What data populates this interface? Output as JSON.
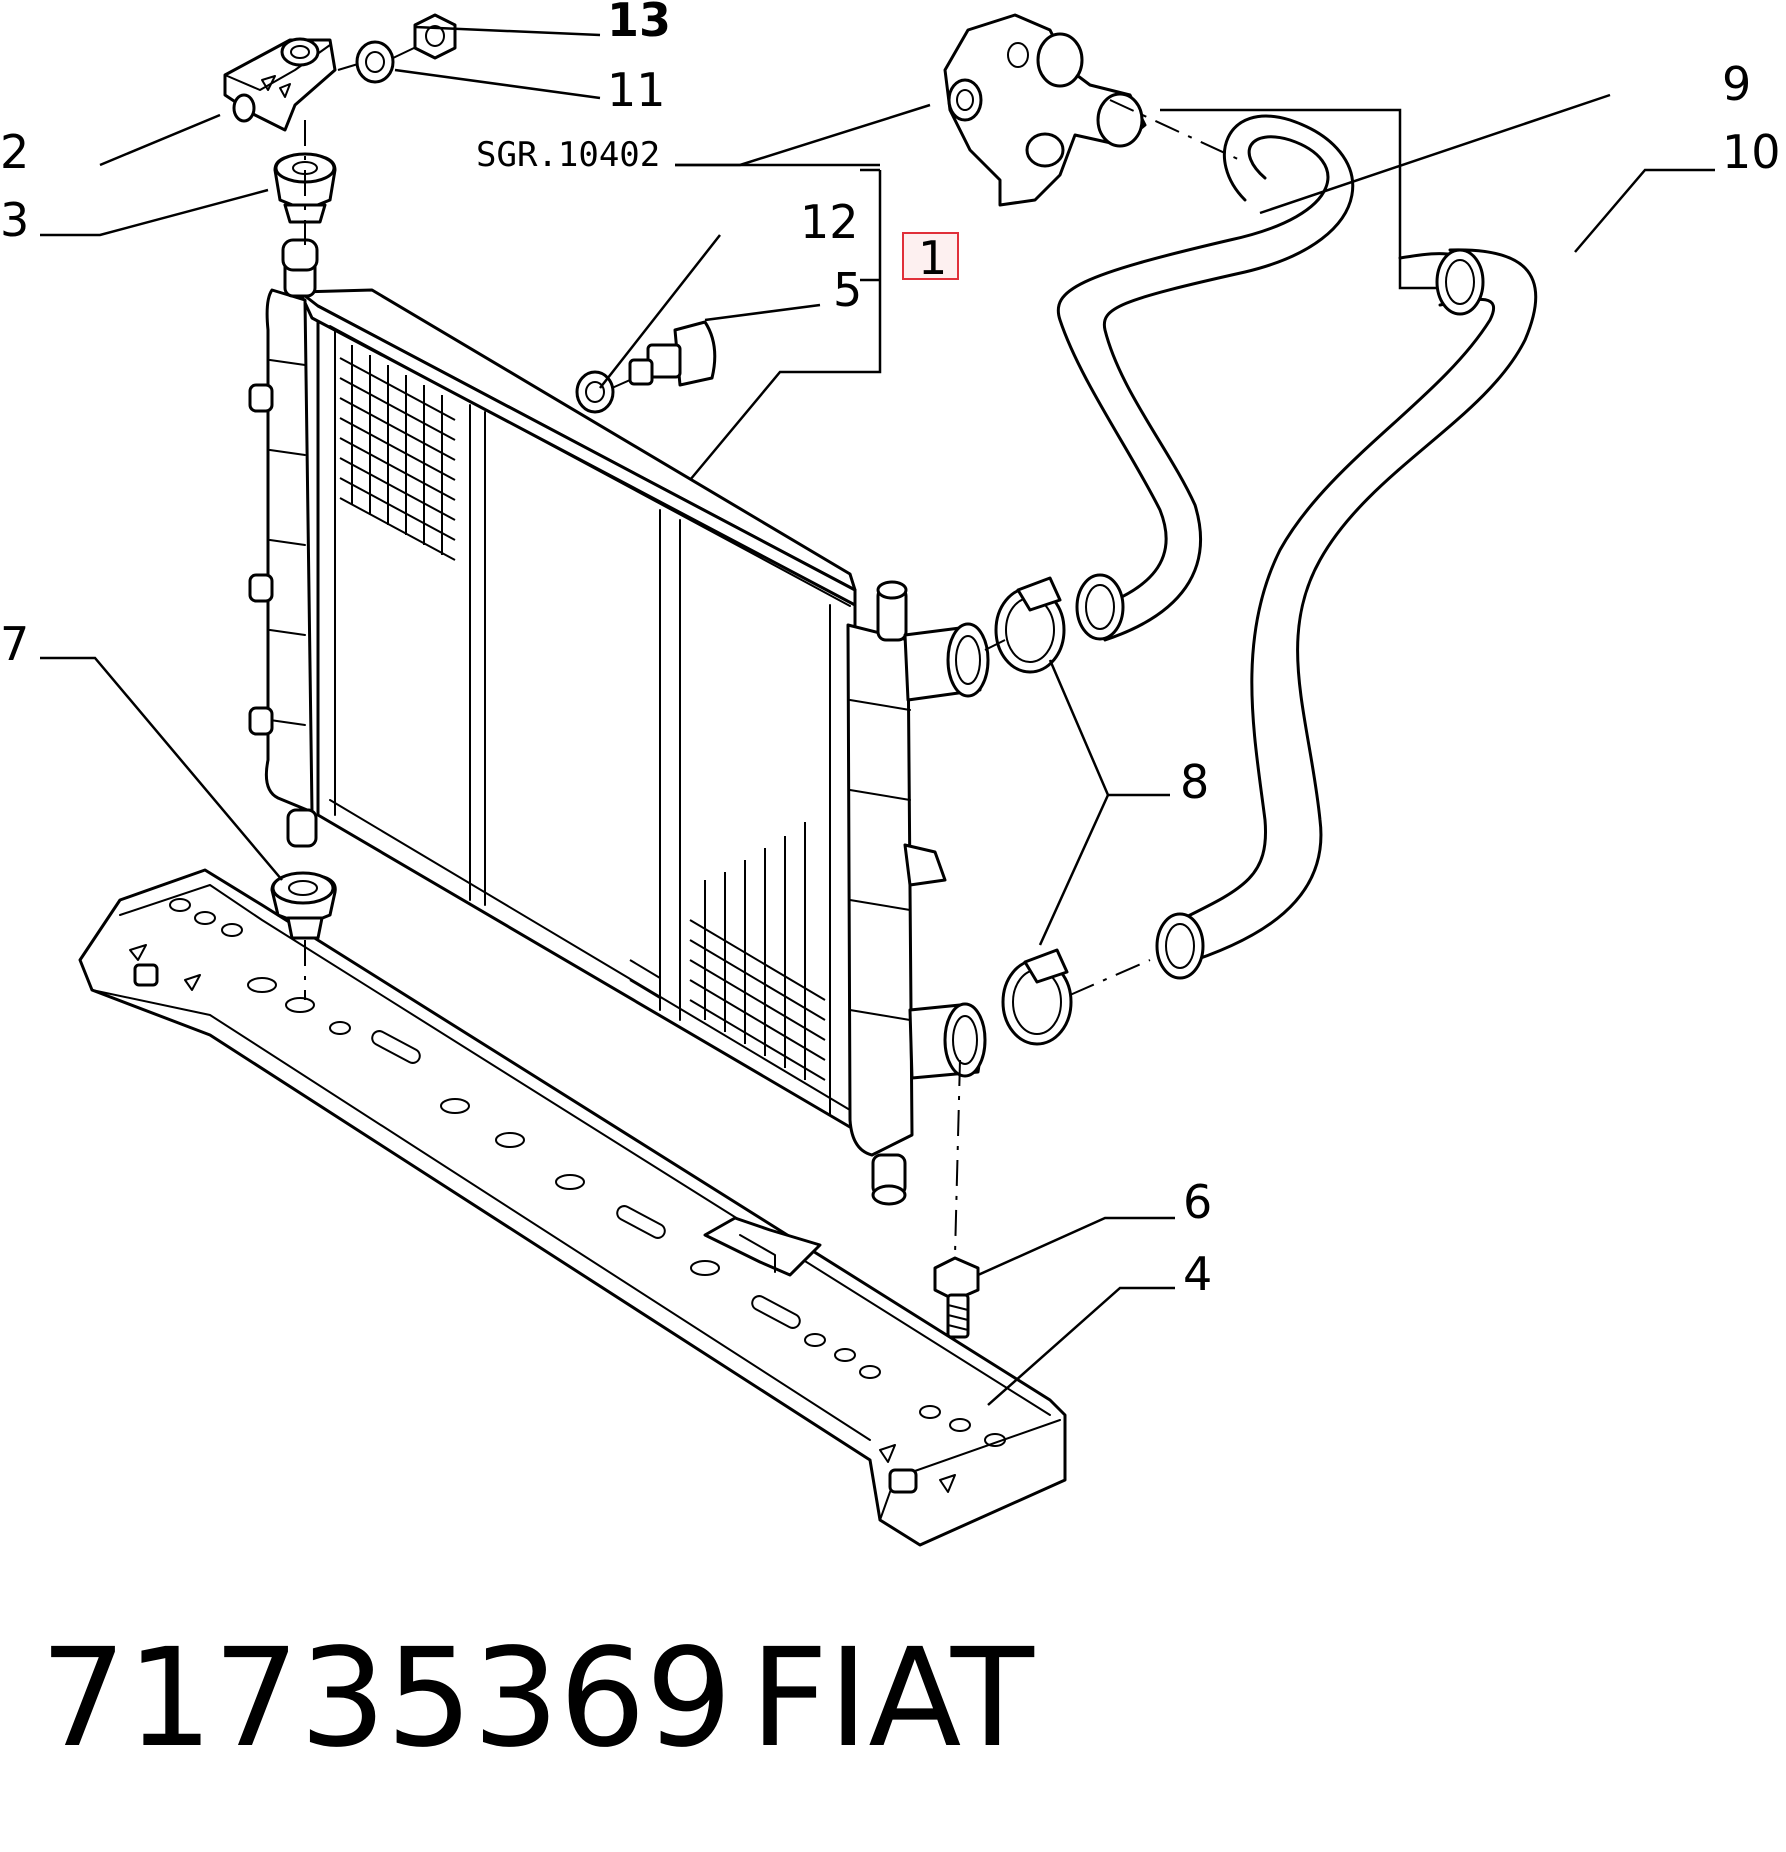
{
  "callouts": {
    "c13": "13",
    "c11": "11",
    "c2": "2",
    "c3": "3",
    "ref": "SGR.10402",
    "c12": "12",
    "c5": "5",
    "c1": "1",
    "c9": "9",
    "c10": "10",
    "c7": "7",
    "c8": "8",
    "c6": "6",
    "c4": "4"
  },
  "highlight_color": "#e0303a",
  "footer": {
    "part_number": "71735369",
    "brand": "FIAT"
  }
}
